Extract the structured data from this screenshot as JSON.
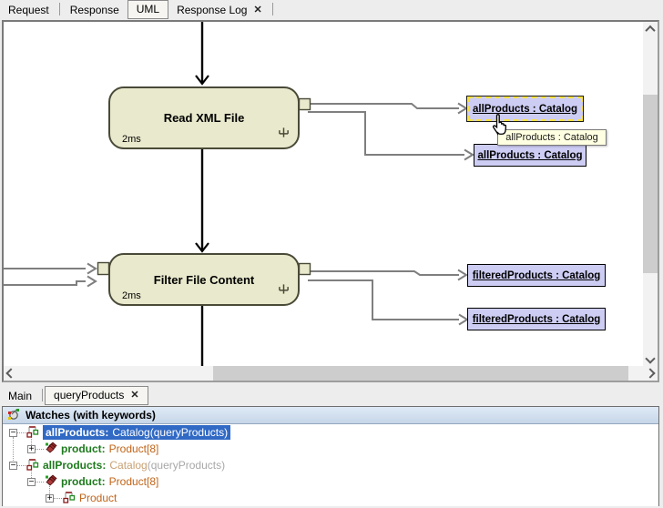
{
  "top_tabs": {
    "items": [
      {
        "label": "Request"
      },
      {
        "label": "Response"
      },
      {
        "label": "UML"
      },
      {
        "label": "Response Log"
      }
    ]
  },
  "bottom_tabs": {
    "items": [
      {
        "label": "Main"
      },
      {
        "label": "queryProducts"
      }
    ]
  },
  "icons": {
    "close": "✕",
    "collapse": "−",
    "expand": "+"
  },
  "diagram": {
    "activities": [
      {
        "title": "Read XML File",
        "duration": "2ms"
      },
      {
        "title": "Filter File Content",
        "duration": "2ms"
      }
    ],
    "object_nodes": [
      {
        "label": "allProducts : Catalog"
      },
      {
        "label": "allProducts : Catalog"
      },
      {
        "label": "filteredProducts : Catalog"
      },
      {
        "label": "filteredProducts : Catalog"
      }
    ],
    "tooltip": {
      "text": "allProducts : Catalog"
    }
  },
  "watches": {
    "title": "Watches (with keywords)",
    "rows": [
      {
        "name": "allProducts:",
        "type": "Catalog(queryProducts)"
      },
      {
        "name": "product:",
        "type": "Product[8]"
      },
      {
        "name": "allProducts:",
        "type": "Catalog",
        "suffix": "(queryProducts)"
      },
      {
        "name": "product:",
        "type": "Product[8]"
      },
      {
        "type": "Product"
      }
    ]
  },
  "colors": {
    "selection_blue": "#316ac5",
    "object_node_fill": "#cdcdf4",
    "activity_fill": "#e9e9cd",
    "selection_dash_yellow": "#ffe33e",
    "tooltip_bg": "#ffffe1",
    "watch_name_green": "#1e7a1e",
    "watch_type_orange": "#c06418"
  }
}
